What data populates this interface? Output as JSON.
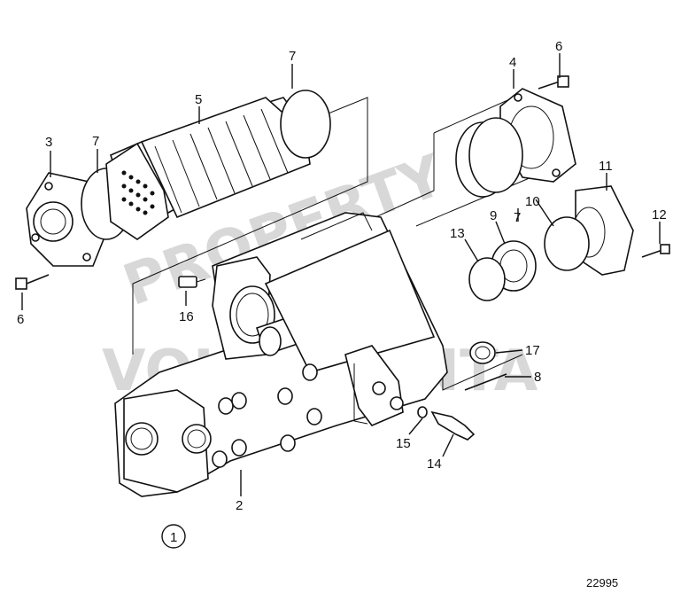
{
  "watermark": {
    "line1": "PROPERTY OF",
    "line2": "VOLVO PENTA"
  },
  "callouts": {
    "c1": "1",
    "c2": "2",
    "c3": "3",
    "c4": "4",
    "c5": "5",
    "c6a": "6",
    "c6b": "6",
    "c7a": "7",
    "c7b": "7",
    "c7c": "7",
    "c8": "8",
    "c9": "9",
    "c10": "10",
    "c11": "11",
    "c12": "12",
    "c13": "13",
    "c14": "14",
    "c15": "15",
    "c16": "16",
    "c17": "17"
  },
  "figure_number": "22995"
}
